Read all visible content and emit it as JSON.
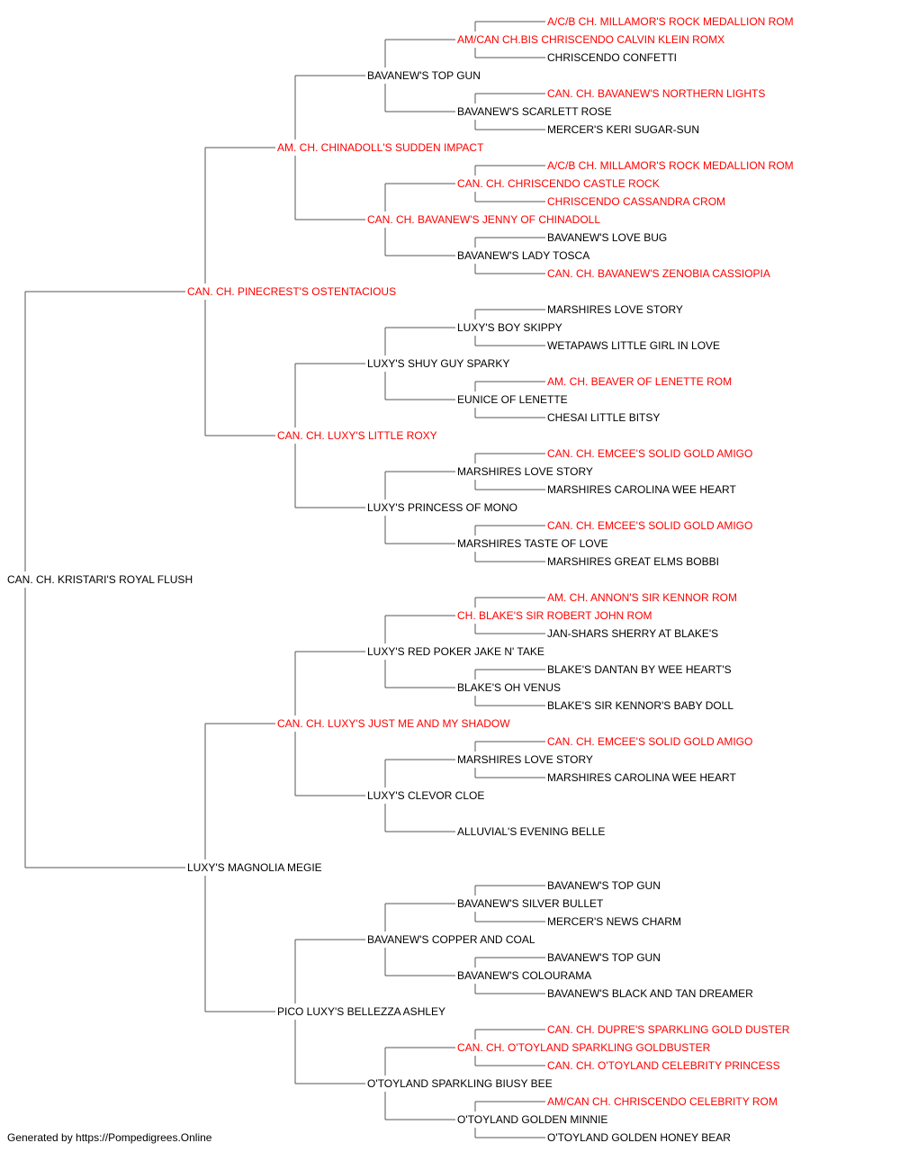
{
  "colors": {
    "champion": "#ff0000",
    "normal": "#000000",
    "line": "#555555"
  },
  "pedigree": {
    "name": "CAN. CH. KRISTARI'S ROYAL FLUSH",
    "champ": false,
    "sire": {
      "name": "CAN. CH. PINECREST'S OSTENTACIOUS",
      "champ": true,
      "sire": {
        "name": "AM. CH. CHINADOLL'S SUDDEN IMPACT",
        "champ": true,
        "sire": {
          "name": "BAVANEW'S TOP GUN",
          "champ": false,
          "sire": {
            "name": "AM/CAN CH.BIS CHRISCENDO CALVIN KLEIN ROMX",
            "champ": true,
            "sire": {
              "name": "A/C/B CH. MILLAMOR'S ROCK MEDALLION ROM",
              "champ": true
            },
            "dam": {
              "name": "CHRISCENDO CONFETTI",
              "champ": false
            }
          },
          "dam": {
            "name": "BAVANEW'S SCARLETT ROSE",
            "champ": false,
            "sire": {
              "name": "CAN. CH. BAVANEW'S NORTHERN LIGHTS",
              "champ": true
            },
            "dam": {
              "name": "MERCER'S KERI SUGAR-SUN",
              "champ": false
            }
          }
        },
        "dam": {
          "name": "CAN. CH. BAVANEW'S JENNY OF CHINADOLL",
          "champ": true,
          "sire": {
            "name": "CAN. CH. CHRISCENDO CASTLE ROCK",
            "champ": true,
            "sire": {
              "name": "A/C/B CH. MILLAMOR'S ROCK MEDALLION ROM",
              "champ": true
            },
            "dam": {
              "name": "CHRISCENDO CASSANDRA CROM",
              "champ": true
            }
          },
          "dam": {
            "name": "BAVANEW'S LADY TOSCA",
            "champ": false,
            "sire": {
              "name": "BAVANEW'S LOVE BUG",
              "champ": false
            },
            "dam": {
              "name": "CAN. CH. BAVANEW'S ZENOBIA CASSIOPIA",
              "champ": true
            }
          }
        }
      },
      "dam": {
        "name": "CAN. CH. LUXY'S LITTLE ROXY",
        "champ": true,
        "sire": {
          "name": "LUXY'S SHUY GUY SPARKY",
          "champ": false,
          "sire": {
            "name": "LUXY'S BOY SKIPPY",
            "champ": false,
            "sire": {
              "name": "MARSHIRES LOVE STORY",
              "champ": false
            },
            "dam": {
              "name": "WETAPAWS LITTLE GIRL IN LOVE",
              "champ": false
            }
          },
          "dam": {
            "name": "EUNICE OF LENETTE",
            "champ": false,
            "sire": {
              "name": "AM. CH. BEAVER OF LENETTE ROM",
              "champ": true
            },
            "dam": {
              "name": "CHESAI LITTLE BITSY",
              "champ": false
            }
          }
        },
        "dam": {
          "name": "LUXY'S PRINCESS OF MONO",
          "champ": false,
          "sire": {
            "name": "MARSHIRES LOVE STORY",
            "champ": false,
            "sire": {
              "name": "CAN. CH. EMCEE'S SOLID GOLD AMIGO",
              "champ": true
            },
            "dam": {
              "name": "MARSHIRES CAROLINA WEE HEART",
              "champ": false
            }
          },
          "dam": {
            "name": "MARSHIRES TASTE OF LOVE",
            "champ": false,
            "sire": {
              "name": "CAN. CH. EMCEE'S SOLID GOLD AMIGO",
              "champ": true
            },
            "dam": {
              "name": "MARSHIRES GREAT ELMS BOBBI",
              "champ": false
            }
          }
        }
      }
    },
    "dam": {
      "name": "LUXY'S MAGNOLIA MEGIE",
      "champ": false,
      "sire": {
        "name": "CAN. CH. LUXY'S JUST ME AND MY SHADOW",
        "champ": true,
        "sire": {
          "name": "LUXY'S RED POKER JAKE N' TAKE",
          "champ": false,
          "sire": {
            "name": "CH. BLAKE'S SIR ROBERT JOHN ROM",
            "champ": true,
            "sire": {
              "name": "AM. CH. ANNON'S SIR KENNOR ROM",
              "champ": true
            },
            "dam": {
              "name": "JAN-SHARS SHERRY AT BLAKE'S",
              "champ": false
            }
          },
          "dam": {
            "name": "BLAKE'S OH VENUS",
            "champ": false,
            "sire": {
              "name": "BLAKE'S DANTAN BY WEE HEART'S",
              "champ": false
            },
            "dam": {
              "name": "BLAKE'S SIR KENNOR'S BABY DOLL",
              "champ": false
            }
          }
        },
        "dam": {
          "name": "LUXY'S CLEVOR CLOE",
          "champ": false,
          "sire": {
            "name": "MARSHIRES LOVE STORY",
            "champ": false,
            "sire": {
              "name": "CAN. CH. EMCEE'S SOLID GOLD AMIGO",
              "champ": true
            },
            "dam": {
              "name": "MARSHIRES CAROLINA WEE HEART",
              "champ": false
            }
          },
          "dam": {
            "name": "ALLUVIAL'S EVENING BELLE",
            "champ": false
          }
        }
      },
      "dam": {
        "name": "PICO LUXY'S BELLEZZA ASHLEY",
        "champ": false,
        "sire": {
          "name": "BAVANEW'S COPPER AND COAL",
          "champ": false,
          "sire": {
            "name": "BAVANEW'S SILVER BULLET",
            "champ": false,
            "sire": {
              "name": "BAVANEW'S TOP GUN",
              "champ": false
            },
            "dam": {
              "name": "MERCER'S NEWS CHARM",
              "champ": false
            }
          },
          "dam": {
            "name": "BAVANEW'S COLOURAMA",
            "champ": false,
            "sire": {
              "name": "BAVANEW'S TOP GUN",
              "champ": false
            },
            "dam": {
              "name": "BAVANEW'S BLACK AND TAN DREAMER",
              "champ": false
            }
          }
        },
        "dam": {
          "name": "O'TOYLAND SPARKLING BIUSY BEE",
          "champ": false,
          "sire": {
            "name": "CAN. CH. O'TOYLAND SPARKLING GOLDBUSTER",
            "champ": true,
            "sire": {
              "name": "CAN. CH. DUPRE'S SPARKLING GOLD DUSTER",
              "champ": true
            },
            "dam": {
              "name": "CAN. CH. O'TOYLAND CELEBRITY PRINCESS",
              "champ": true
            }
          },
          "dam": {
            "name": "O'TOYLAND GOLDEN MINNIE",
            "champ": false,
            "sire": {
              "name": "AM/CAN CH. CHRISCENDO CELEBRITY ROM",
              "champ": true
            },
            "dam": {
              "name": "O'TOYLAND GOLDEN HONEY BEAR",
              "champ": false
            }
          }
        }
      }
    }
  },
  "footer": {
    "text": "Generated by https://Pompedigrees.Online"
  }
}
